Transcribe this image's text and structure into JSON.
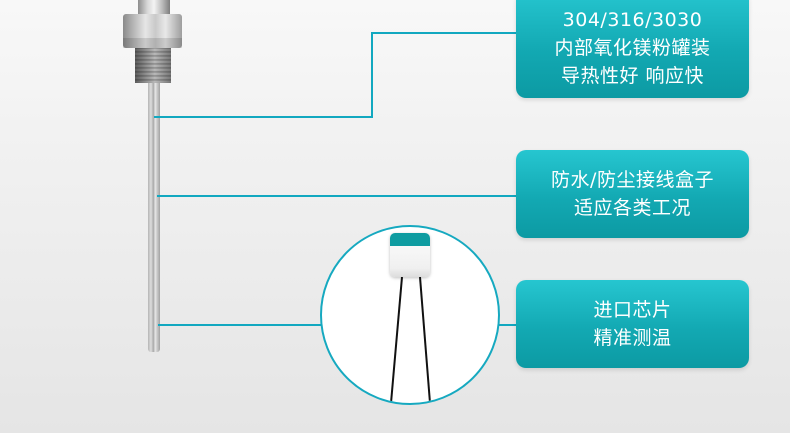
{
  "colors": {
    "accent": "#12a8c0",
    "box_gradient_top": "#26c6d0",
    "box_gradient_bottom": "#0c9aa3",
    "chip_cap": "#0f9ca1",
    "text_on_box": "#ffffff"
  },
  "features": [
    {
      "lines": [
        "304/316/3030",
        "内部氧化镁粉罐装",
        "导热性好 响应快"
      ]
    },
    {
      "lines": [
        "防水/防尘接线盒子",
        "适应各类工况"
      ]
    },
    {
      "lines": [
        "进口芯片",
        "精准测温"
      ]
    }
  ],
  "illustration": {
    "product": "temperature-probe",
    "detail": "chip-magnifier"
  }
}
